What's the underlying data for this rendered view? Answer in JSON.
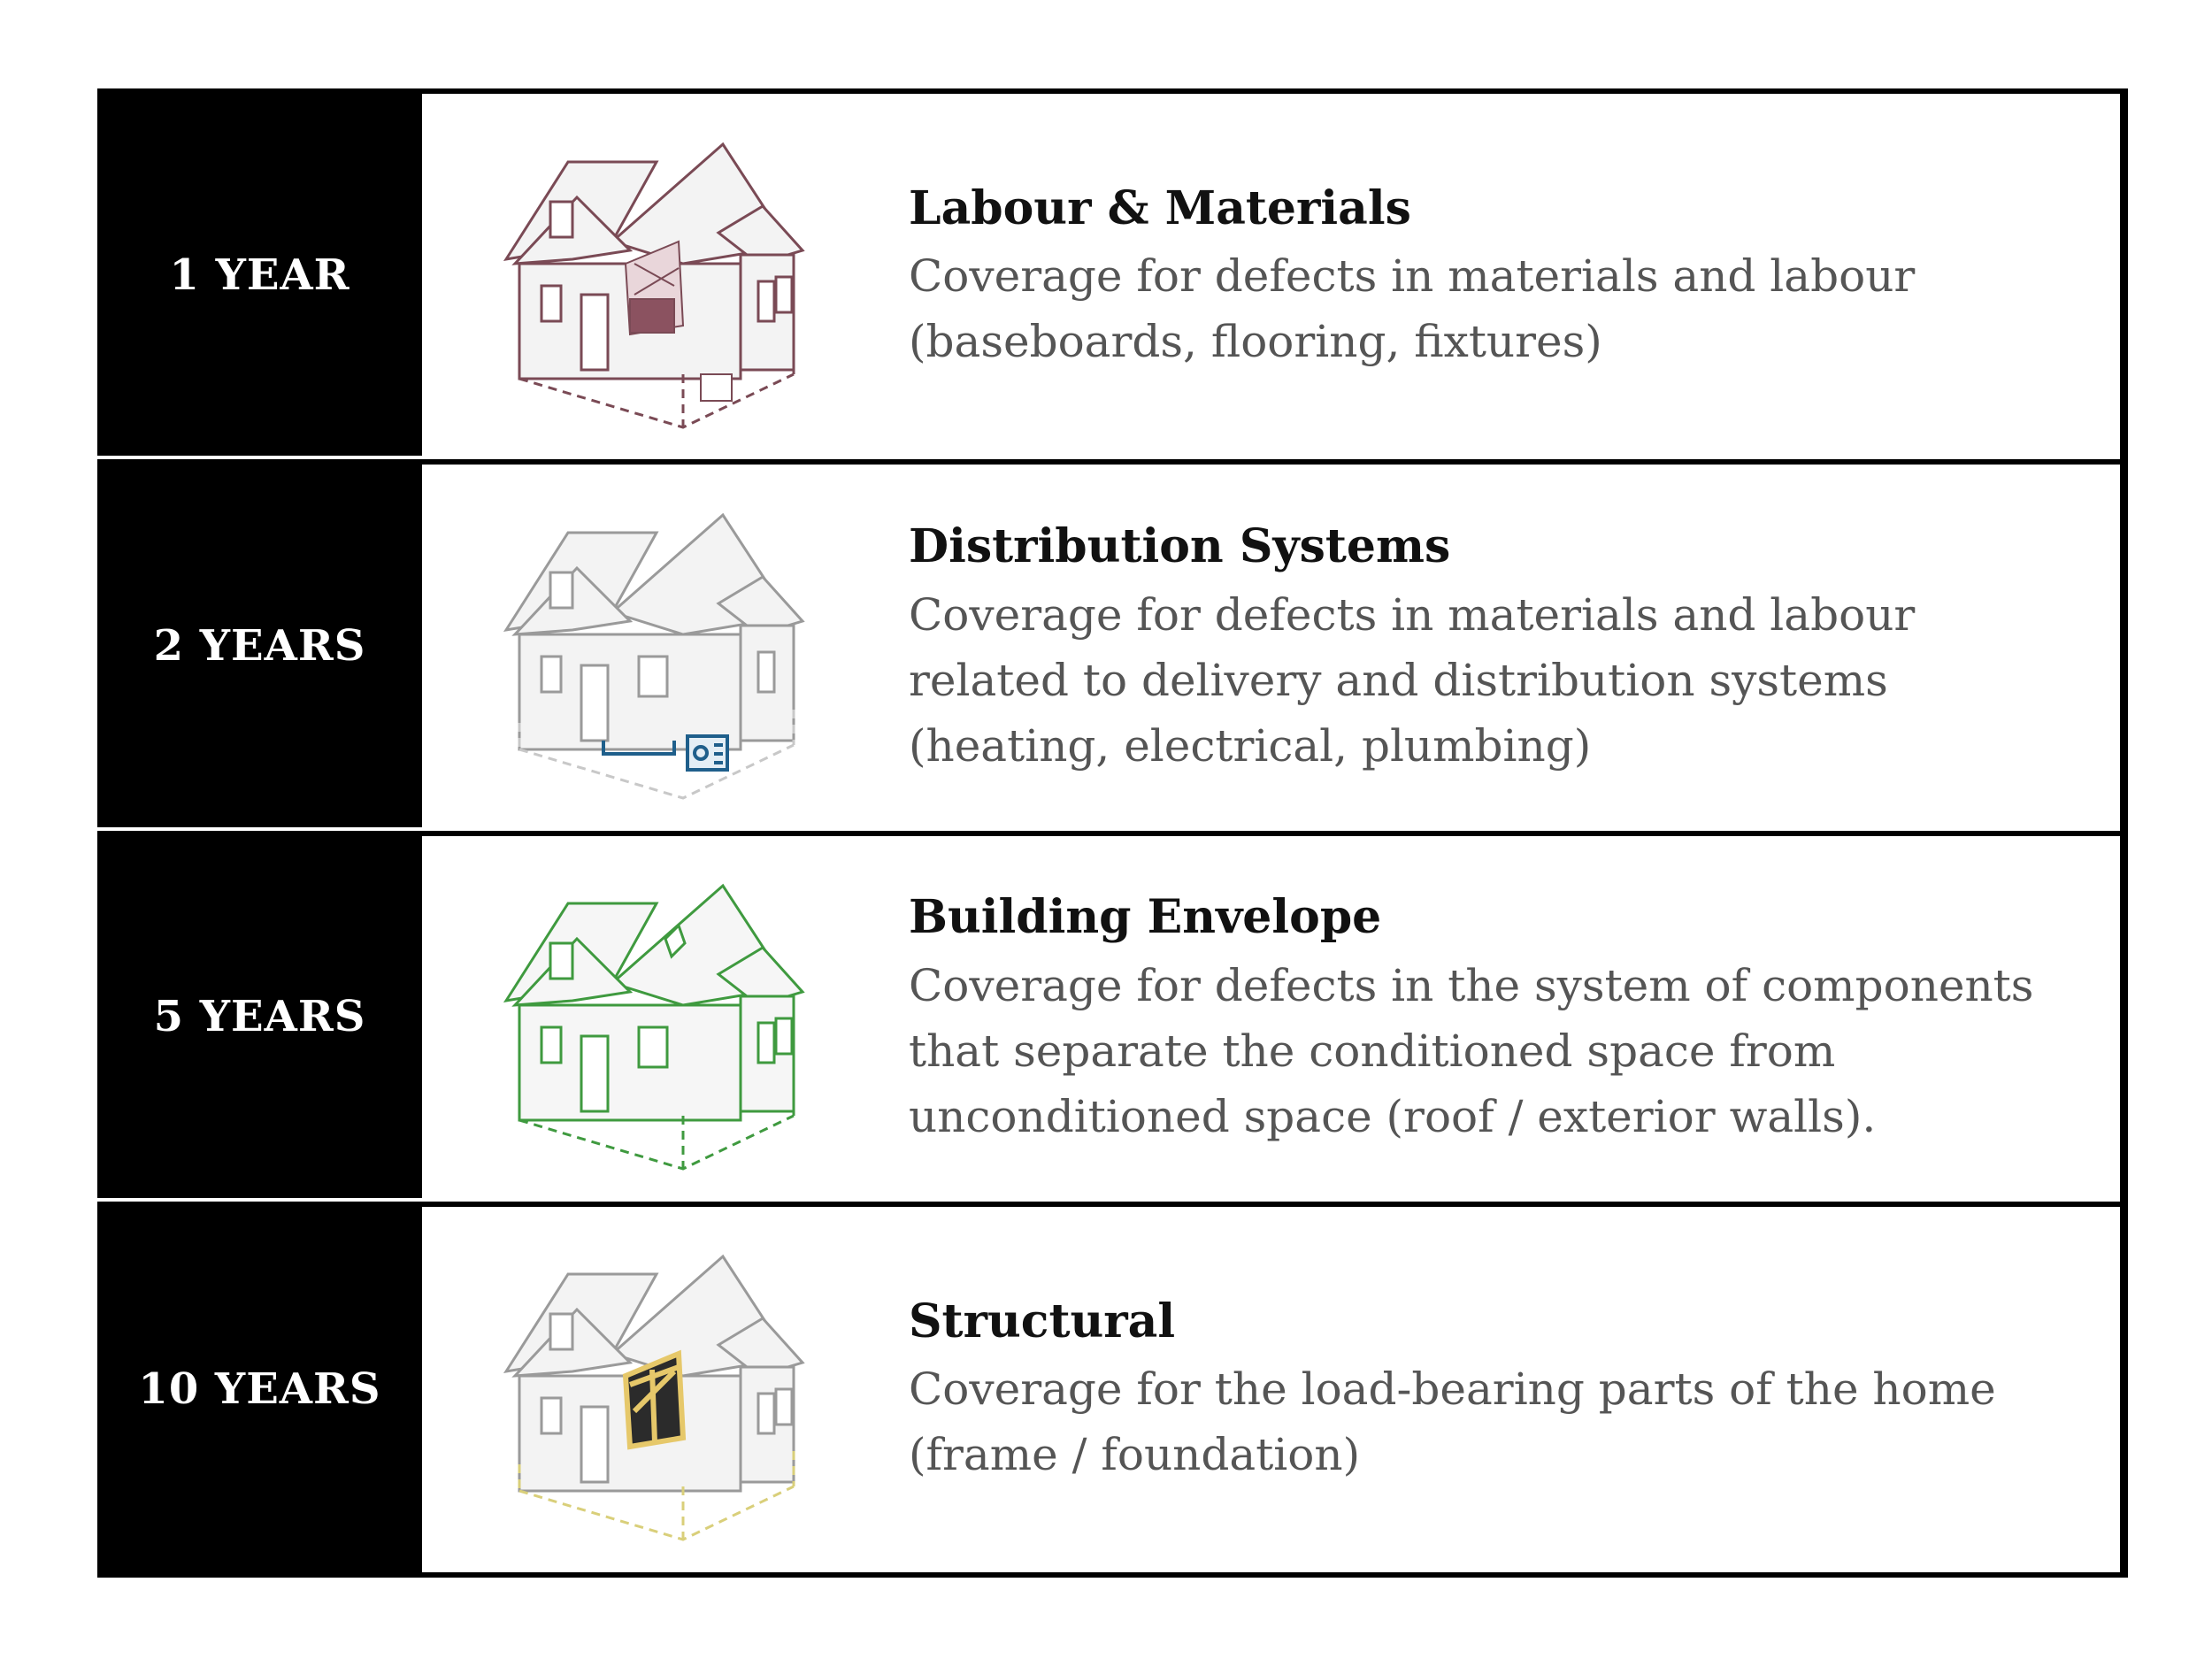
{
  "rows": [
    {
      "period": "1 YEAR",
      "title": "Labour & Materials",
      "lines": [
        "Coverage for defects in materials and labour",
        "(baseboards, flooring, fixtures)"
      ],
      "house_color": "#7a4a55",
      "highlight": "interior"
    },
    {
      "period": "2 YEARS",
      "title": "Distribution Systems",
      "lines": [
        "Coverage for defects in materials and labour",
        "related to delivery and distribution systems",
        "(heating, electrical, plumbing)"
      ],
      "house_color": "#999999",
      "highlight": "systems",
      "accent_color": "#1f5f8b"
    },
    {
      "period": "5 YEARS",
      "title": "Building Envelope",
      "lines": [
        "Coverage for defects in the system of components",
        "that separate the conditioned space from",
        "unconditioned space (roof / exterior walls)."
      ],
      "house_color": "#3f9a3f",
      "highlight": "envelope"
    },
    {
      "period": "10 YEARS",
      "title": "Structural",
      "lines": [
        "Coverage for the load-bearing parts of the home",
        "(frame / foundation)"
      ],
      "house_color": "#999999",
      "highlight": "structure",
      "accent_color": "#e6c86a"
    }
  ]
}
